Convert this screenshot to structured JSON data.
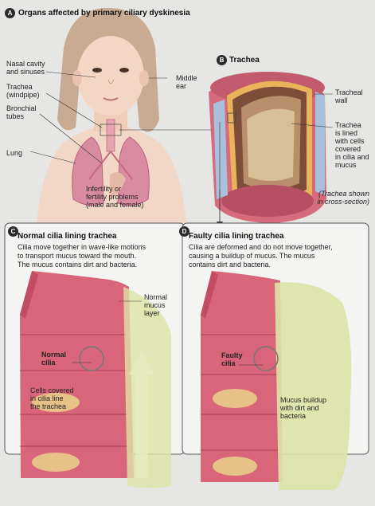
{
  "panels": {
    "a": {
      "letter": "A",
      "title": "Organs affected by primary ciliary dyskinesia"
    },
    "b": {
      "letter": "B",
      "title": "Trachea"
    },
    "c": {
      "letter": "C",
      "title": "Normal cilia lining trachea",
      "desc": [
        "Cilia move together in wave-like motions",
        "to transport mucus toward the mouth.",
        "The mucus contains dirt and bacteria."
      ]
    },
    "d": {
      "letter": "D",
      "title": "Faulty cilia lining trachea",
      "desc": [
        "Cilia are deformed and do not move together,",
        "causing a buildup of mucus. The mucus",
        "contains dirt and bacteria."
      ]
    }
  },
  "labels_a": {
    "nasal": [
      "Nasal cavity",
      "and sinuses"
    ],
    "trachea": [
      "Trachea",
      "(windpipe)"
    ],
    "bronchial": [
      "Bronchial",
      "tubes"
    ],
    "lung": "Lung",
    "middle_ear": [
      "Middle",
      "ear"
    ],
    "infertility": [
      "Infertility or",
      "fertility problems",
      "(male and female)"
    ]
  },
  "labels_b": {
    "wall": [
      "Tracheal",
      "wall"
    ],
    "lined": [
      "Trachea",
      "is lined",
      "with cells",
      "covered",
      "in cilia and",
      "mucus"
    ],
    "note": [
      "(Trachea shown",
      "in cross-section)"
    ]
  },
  "labels_c": {
    "mucus": [
      "Normal",
      "mucus",
      "layer"
    ],
    "cilia": [
      "Normal",
      "cilia"
    ],
    "cells": [
      "Cells covered",
      "in cilia line",
      "the trachea"
    ]
  },
  "labels_d": {
    "cilia": [
      "Faulty",
      "cilia"
    ],
    "buildup": [
      "Mucus buildup",
      "with dirt and",
      "bacteria"
    ]
  },
  "colors": {
    "background": "#e6e6e4",
    "tissue": "#d9657a",
    "mucus": "#dde3a6",
    "panel_border": "#555555"
  }
}
